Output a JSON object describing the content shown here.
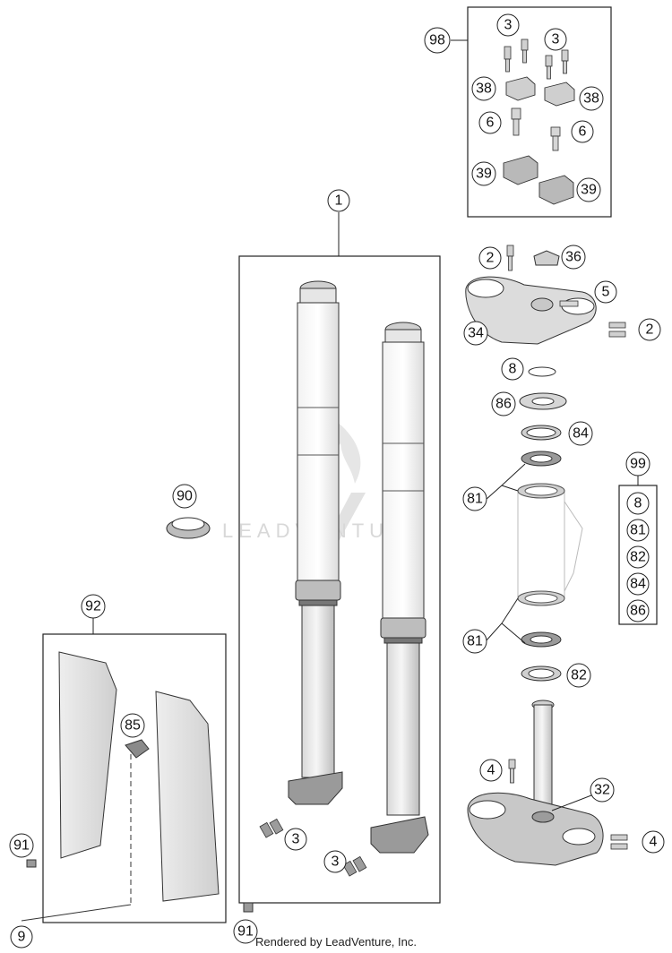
{
  "labels": {
    "c98": "98",
    "c3a": "3",
    "c3b": "3",
    "c38a": "38",
    "c38b": "38",
    "c6a": "6",
    "c6b": "6",
    "c39a": "39",
    "c39b": "39",
    "c1": "1",
    "c2a": "2",
    "c36": "36",
    "c5": "5",
    "c2b": "2",
    "c34": "34",
    "c8": "8",
    "c86": "86",
    "c84": "84",
    "c99": "99",
    "k8": "8",
    "k81": "81",
    "k82": "82",
    "k84": "84",
    "k86": "86",
    "c81a": "81",
    "c81b": "81",
    "c82": "82",
    "c90": "90",
    "c92": "92",
    "c85": "85",
    "c4a": "4",
    "c32": "32",
    "c4b": "4",
    "c3c": "3",
    "c3d": "3",
    "c91a": "91",
    "c91b": "91",
    "c9": "9"
  },
  "watermark": "LEADVENTURE",
  "credit": "Rendered by LeadVenture, Inc."
}
